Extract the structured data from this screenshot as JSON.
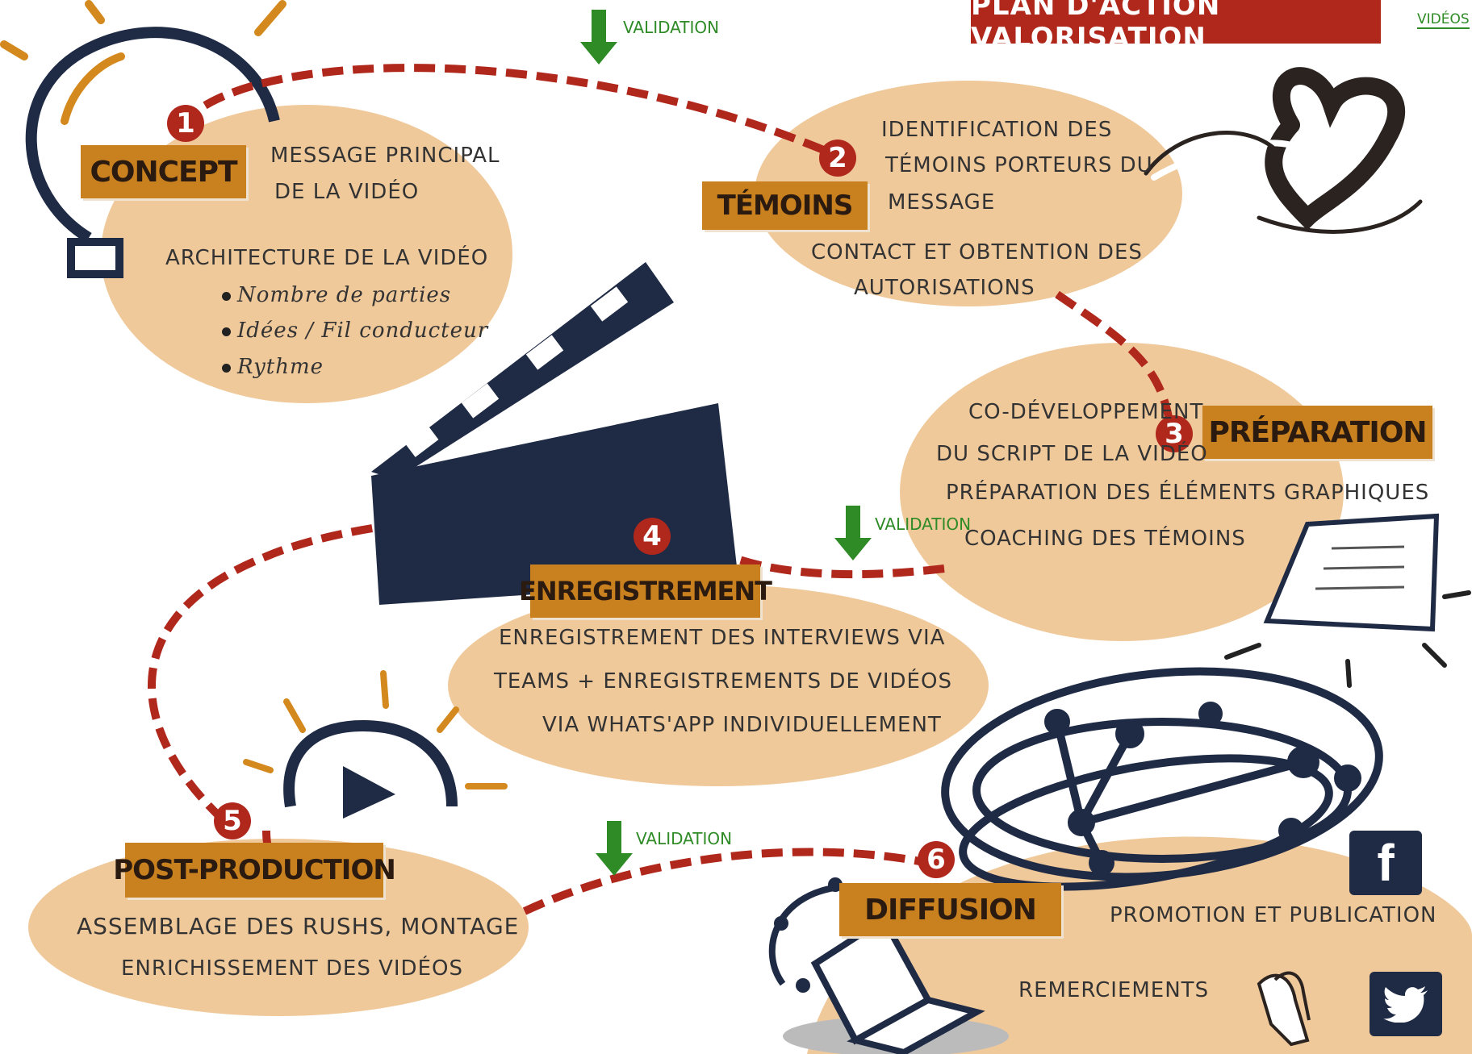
{
  "title": "PLAN D'ACTION VALORISATION",
  "corner_mark": "VIDÉOS",
  "validation_label": "VALIDATION",
  "steps": [
    {
      "number": "1",
      "label": "CONCEPT",
      "lines": [
        "MESSAGE PRINCIPAL",
        "DE LA VIDÉO",
        "ARCHITECTURE DE LA VIDÉO"
      ],
      "bullets": [
        "Nombre de parties",
        "Idées / Fil conducteur",
        "Rythme"
      ]
    },
    {
      "number": "2",
      "label": "TÉMOINS",
      "lines": [
        "IDENTIFICATION DES",
        "TÉMOINS PORTEURS DU",
        "MESSAGE",
        "CONTACT ET OBTENTION DES",
        "AUTORISATIONS"
      ]
    },
    {
      "number": "3",
      "label": "PRÉPARATION",
      "lines": [
        "CO-DÉVELOPPEMENT",
        "DU SCRIPT DE LA VIDÉO",
        "PRÉPARATION DES ÉLÉMENTS GRAPHIQUES",
        "COACHING DES TÉMOINS"
      ]
    },
    {
      "number": "4",
      "label": "ENREGISTREMENT",
      "lines": [
        "ENREGISTREMENT DES INTERVIEWS VIA",
        "TEAMS + ENREGISTREMENTS DE VIDÉOS",
        "VIA WHATS'APP INDIVIDUELLEMENT"
      ]
    },
    {
      "number": "5",
      "label": "POST-PRODUCTION",
      "lines": [
        "ASSEMBLAGE DES RUSHS, MONTAGE",
        "ENRICHISSEMENT DES VIDÉOS"
      ]
    },
    {
      "number": "6",
      "label": "DIFFUSION",
      "lines": [
        "PROMOTION ET PUBLICATION",
        "REMERCIEMENTS"
      ]
    }
  ],
  "social": {
    "facebook": "f",
    "twitter": "twitter-bird-icon"
  },
  "colors": {
    "blob": "#f0c99b",
    "label": "#c9801f",
    "path": "#b0271c",
    "dark": "#1f2b45",
    "green": "#2e8b26"
  }
}
